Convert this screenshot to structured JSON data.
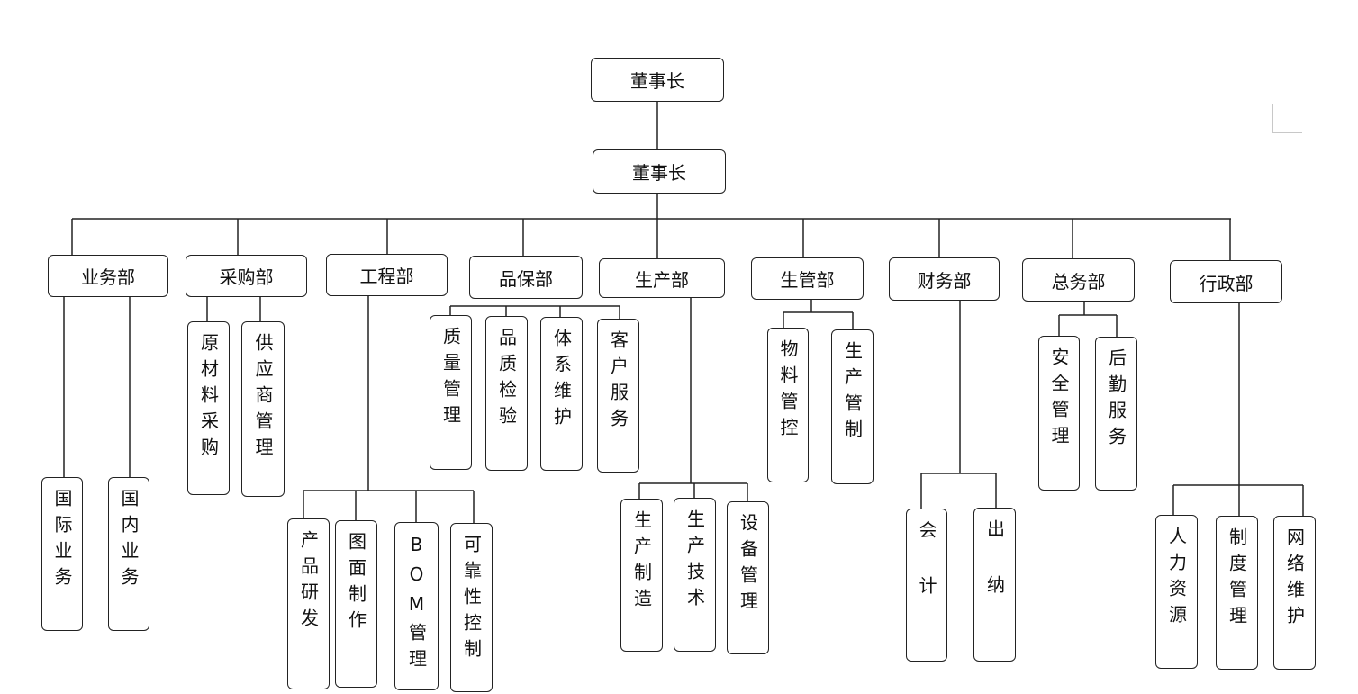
{
  "chairman_top": "董事长",
  "chairman": "董事长",
  "departments": {
    "yewu": {
      "name": "业务部",
      "children": [
        "国际业务",
        "国内业务"
      ]
    },
    "caigou": {
      "name": "采购部",
      "children": [
        "原材料采购",
        "供应商管理"
      ]
    },
    "gongcheng": {
      "name": "工程部",
      "children": [
        "产品研发",
        "图面制作",
        "BOM管理",
        "可靠性控制"
      ]
    },
    "pinbao": {
      "name": "品保部",
      "children": [
        "质量管理",
        "品质检验",
        "体系维护",
        "客户服务"
      ]
    },
    "shengchan": {
      "name": "生产部",
      "children": [
        "生产制造",
        "生产技术",
        "设备管理"
      ]
    },
    "shengguan": {
      "name": "生管部",
      "children": [
        "物料管控",
        "生产管制"
      ]
    },
    "caiwu": {
      "name": "财务部",
      "children": [
        "会  计",
        "出  纳"
      ]
    },
    "zongwu": {
      "name": "总务部",
      "children": [
        "安全管理",
        "后勤服务"
      ]
    },
    "xingzheng": {
      "name": "行政部",
      "children": [
        "人力资源",
        "制度管理",
        "网络维护"
      ]
    }
  }
}
